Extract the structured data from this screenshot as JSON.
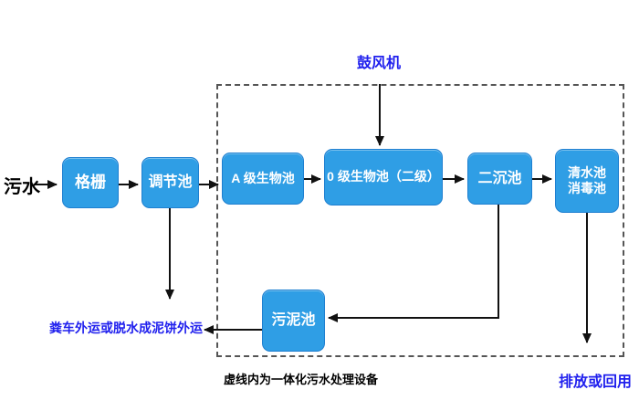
{
  "diagram": {
    "influent_label": "污水",
    "blower_label": "鼓风机",
    "nodes": {
      "grid": "格栅",
      "regulating_tank": "调节池",
      "a_bio_tank": "A 级生物池",
      "o_bio_tank": "0 级生物池（二级）",
      "secondary_sedimentation_tank": "二沉池",
      "clean_water_tank_line1": "清水池",
      "clean_water_tank_line2": "消毒池",
      "sludge_tank": "污泥池"
    },
    "sludge_outlet_label": "粪车外运或脱水成泥饼外运",
    "dashed_box_caption": "虚线内为一体化污水处理设备",
    "discharge_label": "排放或回用"
  },
  "colors": {
    "node_fill": "#2F9EE5",
    "node_border": "#1E7FD0",
    "node_text": "#FFFFFF",
    "annotation_blue": "#2020EE",
    "arrow_black": "#111111",
    "dashed_border": "#555555",
    "background": "#FFFFFF"
  }
}
